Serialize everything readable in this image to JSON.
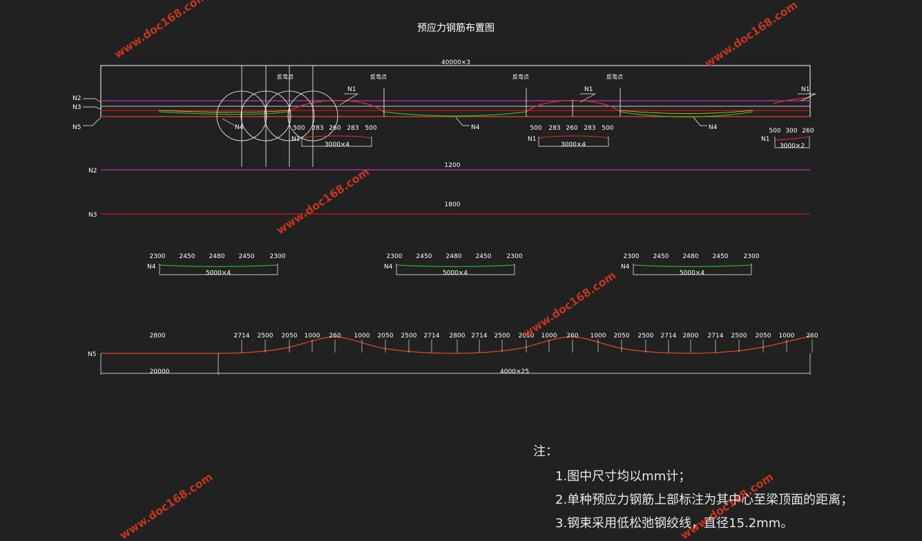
{
  "title": "预应力钢筋布置图",
  "colors": {
    "background": "#212121",
    "line_white": "#ffffff",
    "n1": "#e8312a",
    "n2": "#c030c8",
    "n3": "#d01818",
    "n4": "#27d62f",
    "n5": "#e34a24",
    "watermark": "#c43520"
  },
  "elevation": {
    "top_dim": "40000×3",
    "bend_label": "反弯点",
    "n1_label": "N1",
    "n4_label": "N4",
    "side_labels": [
      "N2",
      "N3",
      "N5"
    ],
    "n1_details": [
      {
        "label": "N1",
        "values": [
          "500",
          "283",
          "260",
          "283",
          "500"
        ],
        "dim": "3000×4"
      },
      {
        "label": "N1",
        "values": [
          "500",
          "283",
          "260",
          "283",
          "500"
        ],
        "dim": "3000×4"
      },
      {
        "label": "N1",
        "values": [
          "500",
          "300",
          "260"
        ],
        "dim": "3000×2"
      }
    ]
  },
  "n2": {
    "label": "N2",
    "value": "1200"
  },
  "n3": {
    "label": "N3",
    "value": "1800"
  },
  "n4_details": [
    {
      "label": "N4",
      "values": [
        "2300",
        "2450",
        "2480",
        "2450",
        "2300"
      ],
      "dim": "5000×4"
    },
    {
      "label": "N4",
      "values": [
        "2300",
        "2450",
        "2480",
        "2450",
        "2300"
      ],
      "dim": "5000×4"
    },
    {
      "label": "N4",
      "values": [
        "2300",
        "2450",
        "2480",
        "2450",
        "2300"
      ],
      "dim": "5000×4"
    }
  ],
  "n5": {
    "label": "N5",
    "first_value": "2800",
    "values": [
      "2714",
      "2500",
      "2050",
      "1000",
      "260",
      "1000",
      "2050",
      "2500",
      "2714",
      "2800",
      "2714",
      "2500",
      "2050",
      "1000",
      "260",
      "1000",
      "2050",
      "2500",
      "2714",
      "2800",
      "2714",
      "2500",
      "2050",
      "1000",
      "260"
    ],
    "dim_left": "20000",
    "dim_right": "4000×25"
  },
  "notes": {
    "header": "注：",
    "lines": [
      "1.图中尺寸均以mm计；",
      "2.单种预应力钢筋上部标注为其中心至梁顶面的距离；",
      "3.钢束采用低松弛钢绞线，直径15.2mm。"
    ]
  },
  "watermark": "www.doc168.com"
}
